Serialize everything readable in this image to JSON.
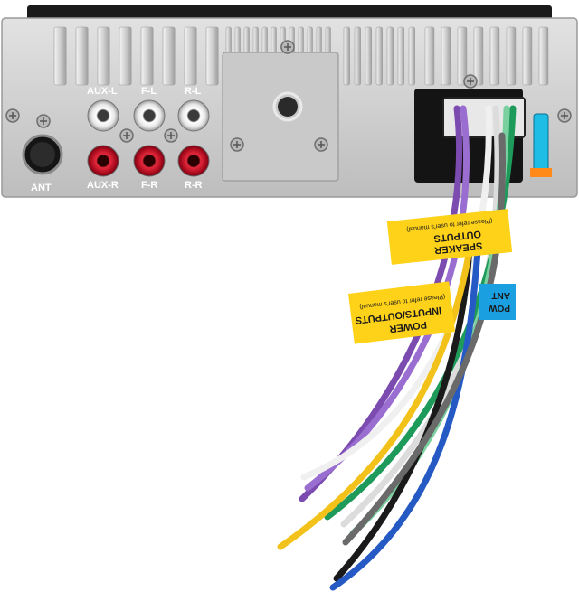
{
  "jack_labels": {
    "aux_l": "AUX-L",
    "f_l": "F-L",
    "r_l": "R-L",
    "aux_r": "AUX-R",
    "f_r": "F-R",
    "r_r": "R-R",
    "ant": "ANT"
  },
  "tags": {
    "speaker": {
      "line1": "SPEAKER",
      "line2": "OUTPUTS",
      "line3": "(Please refer to user's manual)"
    },
    "power": {
      "line1": "POWER",
      "line2": "INPUTS/OUTPUTS",
      "line3": "(Please refer to user's manual)"
    },
    "ant": {
      "line1": "POW",
      "line2": "ANT"
    }
  },
  "colors": {
    "chassis": "#d4d4d4",
    "jack_white": "#f2f2f2",
    "jack_red": "#c8102e",
    "tag_yellow": "#ffd21a",
    "tag_blue": "#1aa0e0"
  }
}
